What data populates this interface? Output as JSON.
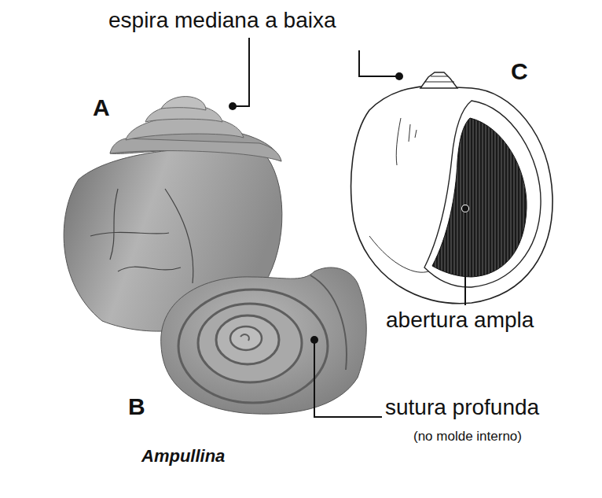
{
  "diagram": {
    "labels": [
      "espira mediana a baixa",
      "A",
      "C",
      "abertura ampla",
      "B",
      "sutura profunda",
      "(no molde interno)",
      "Ampullina"
    ]
  }
}
